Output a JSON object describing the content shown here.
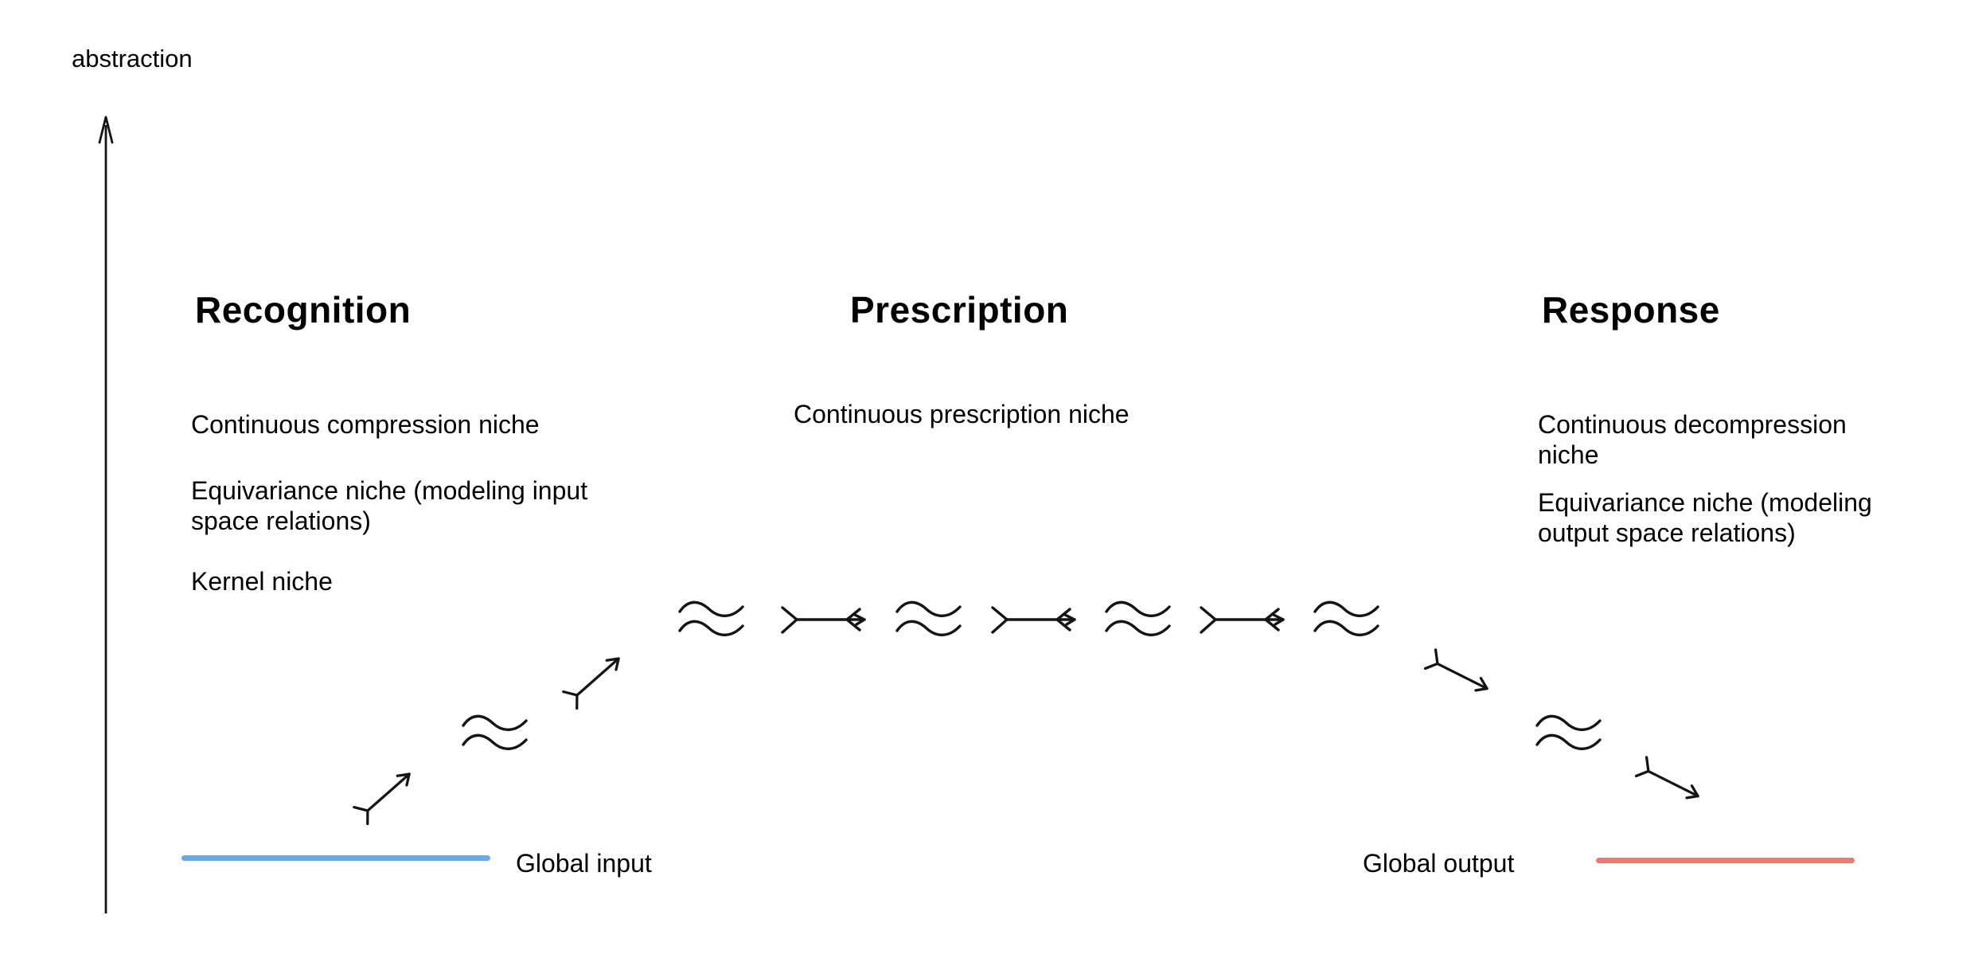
{
  "axis": {
    "label": "abstraction"
  },
  "sections": {
    "recognition": {
      "title": "Recognition",
      "niches": [
        "Continuous compression niche",
        "Equivariance niche (modeling input space relations)",
        "Kernel niche"
      ]
    },
    "prescription": {
      "title": "Prescription",
      "niches": [
        "Continuous prescription niche"
      ]
    },
    "response": {
      "title": "Response",
      "niches": [
        "Continuous decompression niche",
        "Equivariance niche (modeling output space relations)"
      ]
    }
  },
  "flow": {
    "symbols": [
      "twig-arrow-up",
      "wave",
      "twig-arrow-up",
      "wave",
      "joint-arrow",
      "wave",
      "joint-arrow",
      "wave",
      "joint-arrow",
      "wave",
      "twig-arrow-down",
      "wave",
      "twig-arrow-down"
    ]
  },
  "footer": {
    "input_label": "Global input",
    "output_label": "Global output",
    "input_line_color": "#6fa8dc",
    "output_line_color": "#ee7a6e",
    "stroke_color": "#141414"
  }
}
